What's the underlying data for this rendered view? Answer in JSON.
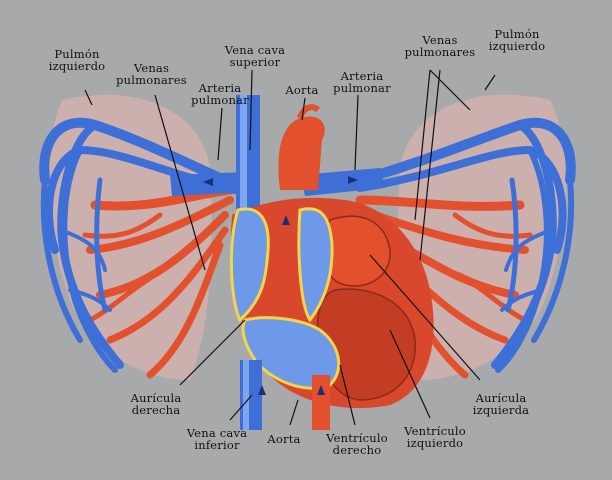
{
  "labels": {
    "pulmon_izq_left": "Pulmón\nizquierdo",
    "venas_pulm_left": "Venas\npulmonares",
    "vena_cava_sup": "Vena cava\nsuperior",
    "arteria_pulm_left": "Arteria\npulmonar",
    "aorta_top": "Aorta",
    "arteria_pulm_right": "Arteria\npulmonar",
    "venas_pulm_right": "Venas\npulmonares",
    "pulmon_izq_right": "Pulmón\nizquierdo",
    "auricula_der": "Aurícula\nderecha",
    "vena_cava_inf": "Vena cava\ninferior",
    "aorta_bottom": "Aorta",
    "ventriculo_der": "Ventrículo\nderecho",
    "ventriculo_izq": "Ventrículo\nizquierdo",
    "auricula_izq": "Aurícula\nizquierda"
  },
  "colors": {
    "background": "#a8a9ab",
    "vein_blue": "#3d6fd6",
    "vein_blue_light": "#7ea6ee",
    "artery_red": "#e2502d",
    "heart_red": "#d9482c",
    "lung_pink": "#e8b7b0",
    "valve_yellow": "#f1d54a",
    "label_line": "#111111"
  }
}
